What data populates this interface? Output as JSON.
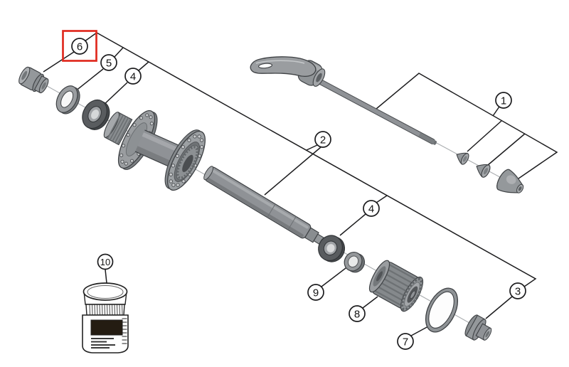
{
  "figure": {
    "background_color": "#ffffff",
    "line_color": "#1c1c1e",
    "part_color": "#94989b",
    "highlight_color": "#e02a1f",
    "highlighted_callout": "6",
    "callouts": {
      "c1": {
        "label": "1"
      },
      "c2": {
        "label": "2"
      },
      "c3": {
        "label": "3"
      },
      "c4a": {
        "label": "4"
      },
      "c4b": {
        "label": "4"
      },
      "c5": {
        "label": "5"
      },
      "c6": {
        "label": "6"
      },
      "c7": {
        "label": "7"
      },
      "c8": {
        "label": "8"
      },
      "c9": {
        "label": "9"
      },
      "c10": {
        "label": "10"
      }
    }
  }
}
